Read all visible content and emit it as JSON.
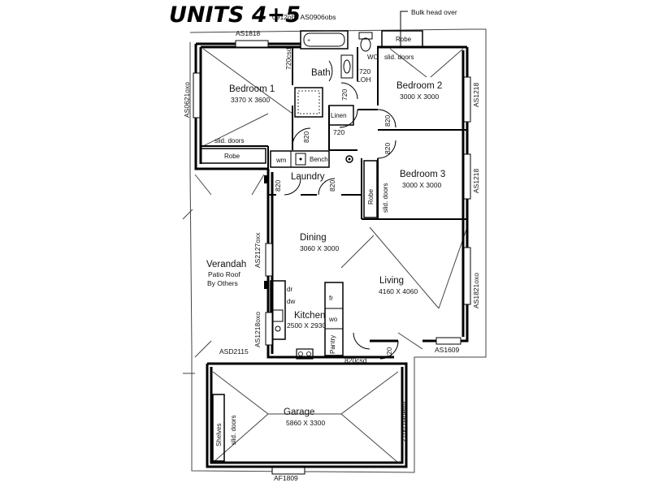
{
  "title": "UNITS 4+5",
  "notes": {
    "top_windows": "0912obs AS0906obs",
    "bulk_head": "Bulk head over"
  },
  "rooms": {
    "bedroom1": {
      "name": "Bedroom 1",
      "size": "3370 X 3600"
    },
    "bedroom2": {
      "name": "Bedroom 2",
      "size": "3000 X 3000"
    },
    "bedroom3": {
      "name": "Bedroom 3",
      "size": "3000 X 3000"
    },
    "bath": {
      "name": "Bath"
    },
    "wc": {
      "name": "WC"
    },
    "linen": {
      "name": "Linen"
    },
    "laundry": {
      "name": "Laundry"
    },
    "dining": {
      "name": "Dining",
      "size": "3060 X 3000"
    },
    "living": {
      "name": "Living",
      "size": "4160 X 4060"
    },
    "kitchen": {
      "name": "Kitchen",
      "size": "2500 X 2930"
    },
    "verandah": {
      "name": "Verandah",
      "line2": "Patio Roof",
      "line3": "By Others"
    },
    "garage": {
      "name": "Garage",
      "size": "5860 X 3300"
    },
    "pantry": {
      "name": "Pantry"
    }
  },
  "fixtures": {
    "robe": "Robe",
    "robe_b2": "Robe",
    "robe_b3": "Robe",
    "slid_doors": "slid. doors",
    "slid_doors_b2": "slid. doors",
    "slid_doors_b3": "slid. doors",
    "slid_doors_garage": "slid. doors",
    "shelves": "Shelves",
    "bench": "Bench",
    "wm": "wm",
    "loh": "LOH",
    "fr": "fr",
    "wo": "wo",
    "dr": "dr",
    "dw": "dw"
  },
  "doors": {
    "d720csd": "720csd",
    "d720_wc": "720",
    "d720_bath": "720",
    "d720_linen": "720",
    "d820_b1": "820",
    "d820_b2": "820",
    "d820_b3": "820",
    "d820_laundry_l": "820",
    "d820_laundry_r": "820",
    "d820csd": "820csd",
    "d820_living": "820",
    "panellift": "2700 panellift"
  },
  "windows": {
    "as1818": "AS1818",
    "as0621": "AS0621oxo",
    "as1218_b2": "AS1218",
    "as1218_b3": "AS1218",
    "as1821": "AS1821oxo",
    "as1609": "AS1609",
    "as2127": "AS2127oxx",
    "as1218_k": "AS1218oxo",
    "asd2115": "ASD2115",
    "af1809": "AF1809"
  }
}
